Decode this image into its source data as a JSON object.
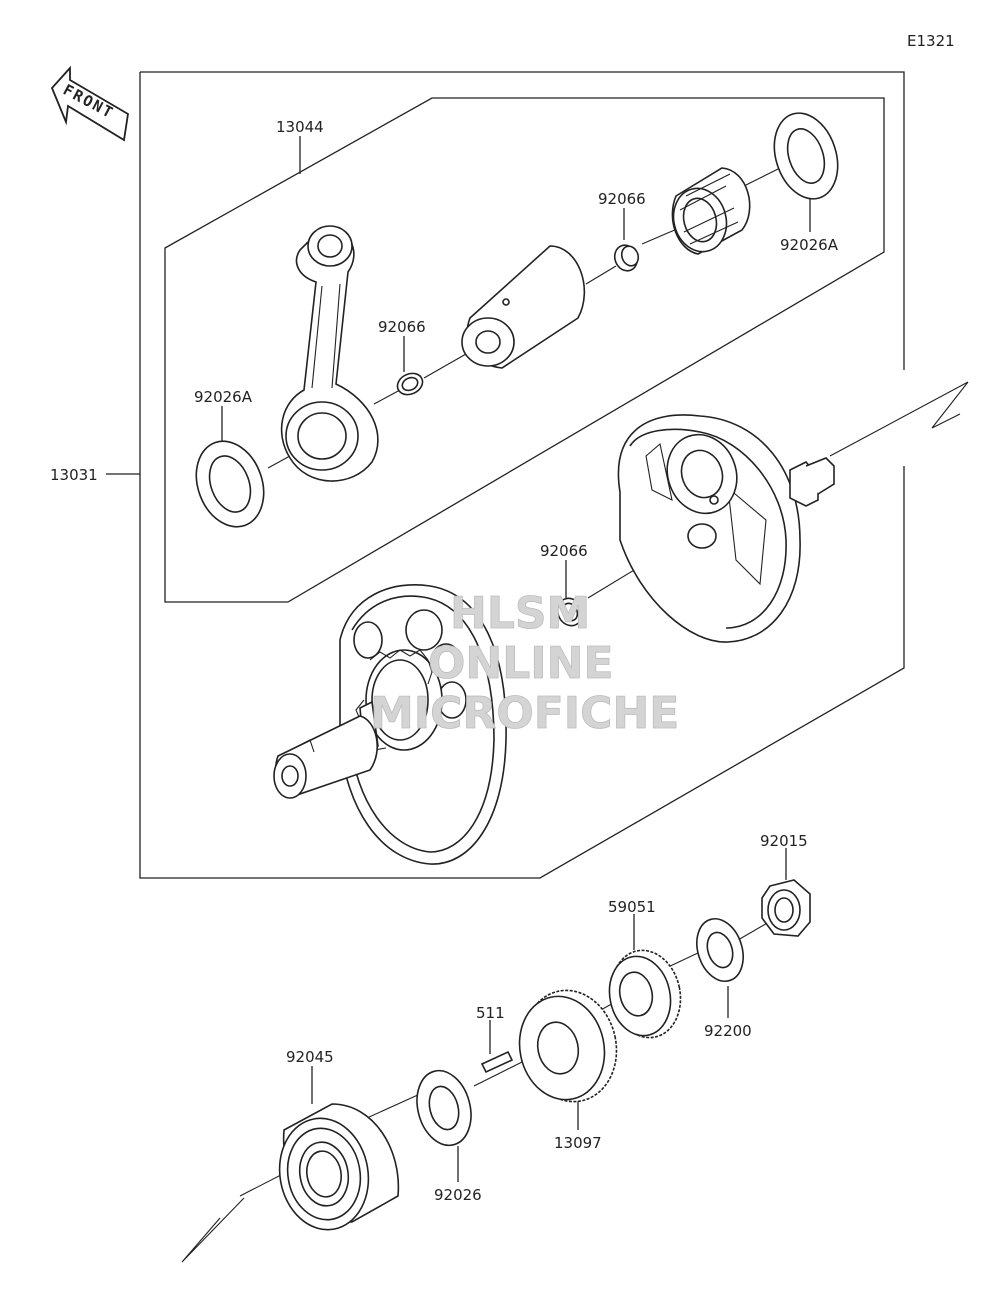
{
  "diagram_code": "E1321",
  "front_label": "FRONT",
  "watermark": [
    "HLSM",
    "ONLINE",
    "MICROFICHE"
  ],
  "part_labels": {
    "p13031": "13031",
    "p13044": "13044",
    "p92026A_left": "92026A",
    "p92026A_right": "92026A",
    "p92066_rod": "92066",
    "p92066_top": "92066",
    "p92066_pin": "92066",
    "p92015": "92015",
    "p59051": "59051",
    "p92200": "92200",
    "p511": "511",
    "p13097": "13097",
    "p92045": "92045",
    "p92026": "92026"
  }
}
